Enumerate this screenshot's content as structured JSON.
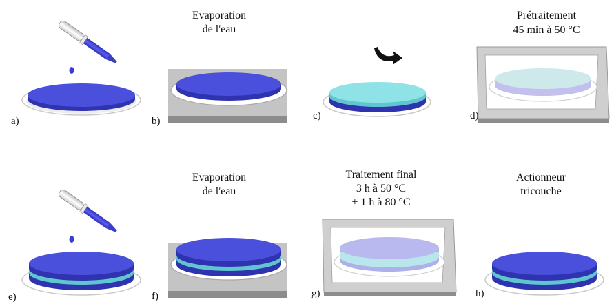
{
  "colors": {
    "dark_blue": "#4a4fdc",
    "dark_blue_side": "#2f33b0",
    "light_cyan": "#8fe3e6",
    "light_cyan_side": "#5fc6cf",
    "tray": "#b9b9b9",
    "tray_dark": "#8c8c8c",
    "plate": "#ffffff",
    "box_faded_disc": "#cee9ea",
    "box_faded_purple": "#b9b9f0"
  },
  "panels": [
    {
      "letter": "a)",
      "title": [],
      "icon": "dropper-icon"
    },
    {
      "letter": "b)",
      "title": [
        "Evaporation",
        "de l'eau"
      ],
      "icon": "hot-plate-icon"
    },
    {
      "letter": "c)",
      "title": [],
      "icon": "flip-arrow-icon"
    },
    {
      "letter": "d)",
      "title": [
        "Prétraitement",
        "45 min à 50 °C"
      ],
      "icon": "oven-box-icon"
    },
    {
      "letter": "e)",
      "title": [],
      "icon": "dropper-icon"
    },
    {
      "letter": "f)",
      "title": [
        "Evaporation",
        "de l'eau"
      ],
      "icon": "hot-plate-icon"
    },
    {
      "letter": "g)",
      "title": [
        "Traitement final",
        "3 h à 50 °C",
        "+ 1 h à 80 °C"
      ],
      "icon": "oven-box-icon"
    },
    {
      "letter": "h)",
      "title": [
        "Actionneur",
        "tricouche"
      ],
      "icon": "trilayer-disc-icon"
    }
  ]
}
